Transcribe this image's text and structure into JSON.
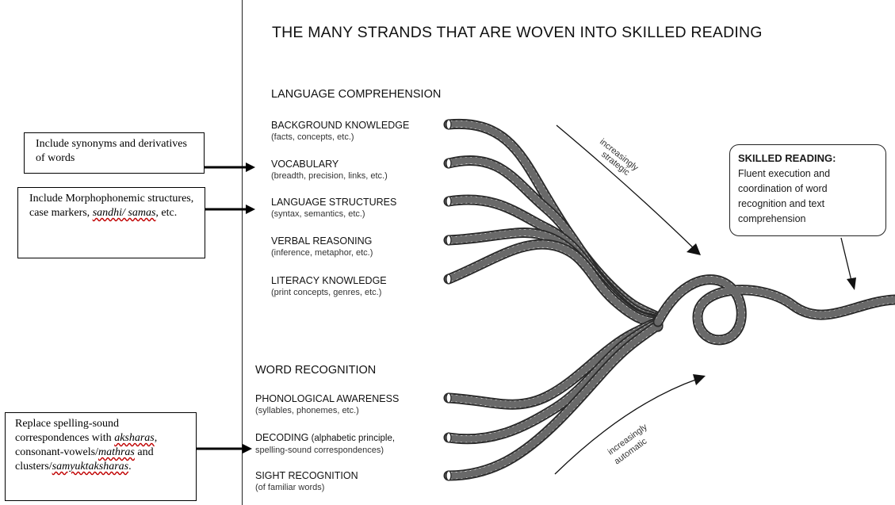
{
  "title": "THE MANY STRANDS THAT ARE WOVEN INTO SKILLED READING",
  "sections": {
    "language_comprehension": "LANGUAGE COMPREHENSION",
    "word_recognition": "WORD RECOGNITION"
  },
  "language_strands": [
    {
      "label": "BACKGROUND KNOWLEDGE",
      "sub": "(facts, concepts, etc.)"
    },
    {
      "label": "VOCABULARY",
      "sub": "(breadth, precision, links, etc.)"
    },
    {
      "label": "LANGUAGE STRUCTURES",
      "sub": "(syntax, semantics, etc.)"
    },
    {
      "label": "VERBAL REASONING",
      "sub": "(inference, metaphor, etc.)"
    },
    {
      "label": "LITERACY KNOWLEDGE",
      "sub": "(print concepts, genres, etc.)"
    }
  ],
  "word_strands": [
    {
      "label": "PHONOLOGICAL AWARENESS",
      "sub": "(syllables, phonemes, etc.)"
    },
    {
      "label": "DECODING",
      "label_tail": " (alphabetic principle,",
      "sub": "spelling-sound correspondences)"
    },
    {
      "label": "SIGHT RECOGNITION",
      "sub": "(of familiar words)"
    }
  ],
  "arrows": {
    "strategic": [
      "increasingly",
      "strategic"
    ],
    "automatic": [
      "increasingly",
      "automatic"
    ]
  },
  "skilled_reading": {
    "heading": "SKILLED READING:",
    "body": "Fluent execution and coordination of word recognition and text comprehension"
  },
  "notes": {
    "vocab": "Include synonyms and derivatives of words",
    "structures": {
      "line1": "Include Morphophonemic structures, case markers,",
      "italic1": "sandhi/ samas",
      "tail": ", etc."
    },
    "decoding": {
      "text1": "Replace spelling-sound correspondences with",
      "italic1": "aksharas",
      "text2": ", consonant-vowels/",
      "italic2": "mathras",
      "text3": " and clusters/",
      "italic3": "samyuktaksharas",
      "tail": "."
    }
  },
  "colors": {
    "rope_fill": "#ffffff",
    "rope_stroke": "#2a2a2a",
    "text": "#111111"
  }
}
